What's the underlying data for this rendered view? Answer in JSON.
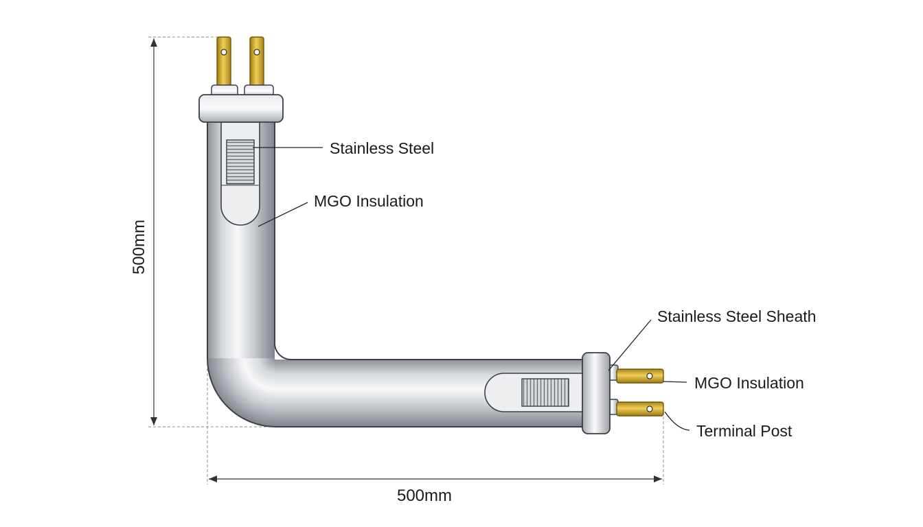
{
  "labels": {
    "stainless_steel": "Stainless Steel",
    "mgo_insulation_top": "MGO Insulation",
    "stainless_steel_sheath": "Stainless Steel Sheath",
    "mgo_insulation_side": "MGO Insulation",
    "terminal_post": "Terminal Post"
  },
  "dimensions": {
    "height": "500mm",
    "width": "500mm"
  },
  "colors": {
    "brass": "#d4b030",
    "steel_light": "#f4f5f7",
    "steel_dark": "#8d9197",
    "outline": "#3b3f45"
  }
}
